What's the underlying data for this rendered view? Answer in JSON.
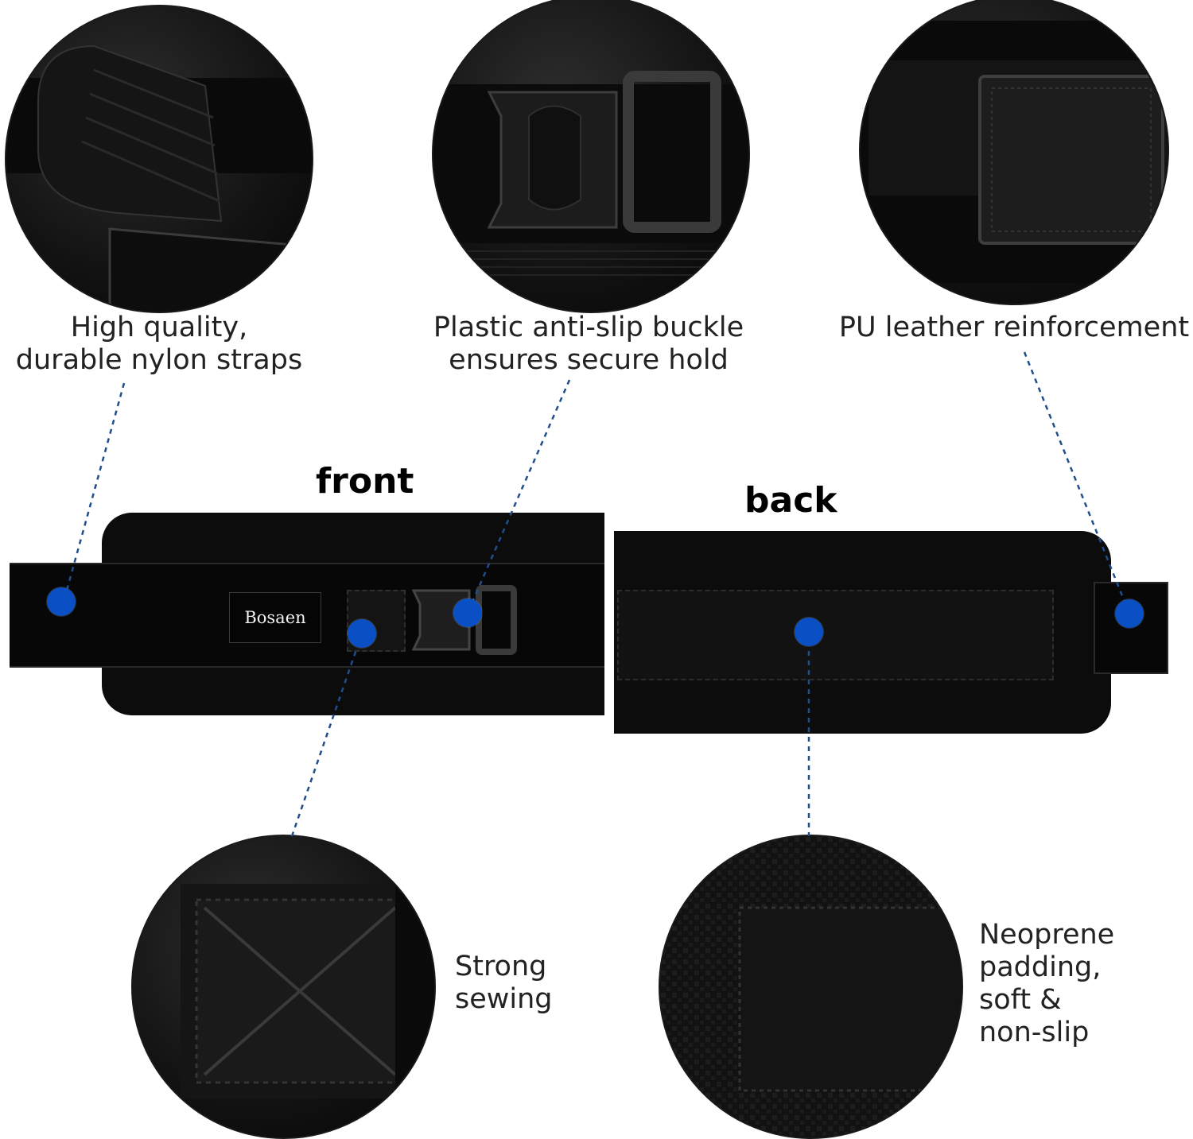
{
  "colors": {
    "accent_dot": "#0a4fc4",
    "leader_line": "#1f4e8c",
    "product": "#0c0c0c"
  },
  "features": {
    "nylon": {
      "line1": "High quality,",
      "line2": "durable nylon straps",
      "icon": "nylon-strap-detail"
    },
    "buckle": {
      "line1": "Plastic anti-slip buckle",
      "line2": "ensures secure hold",
      "icon": "buckle-detail"
    },
    "leather": {
      "line1": "PU leather reinforcement",
      "icon": "leather-patch-detail"
    },
    "sewing": {
      "line1": "Strong",
      "line2": "sewing",
      "icon": "box-x-stitch-detail"
    },
    "padding": {
      "line1": "Neoprene",
      "line2": "padding,",
      "line3": "soft &",
      "line4": "non-slip",
      "icon": "neoprene-texture-detail"
    }
  },
  "views": {
    "front_label": "front",
    "back_label": "back"
  },
  "brand": {
    "logo_text": "Bosaen"
  }
}
